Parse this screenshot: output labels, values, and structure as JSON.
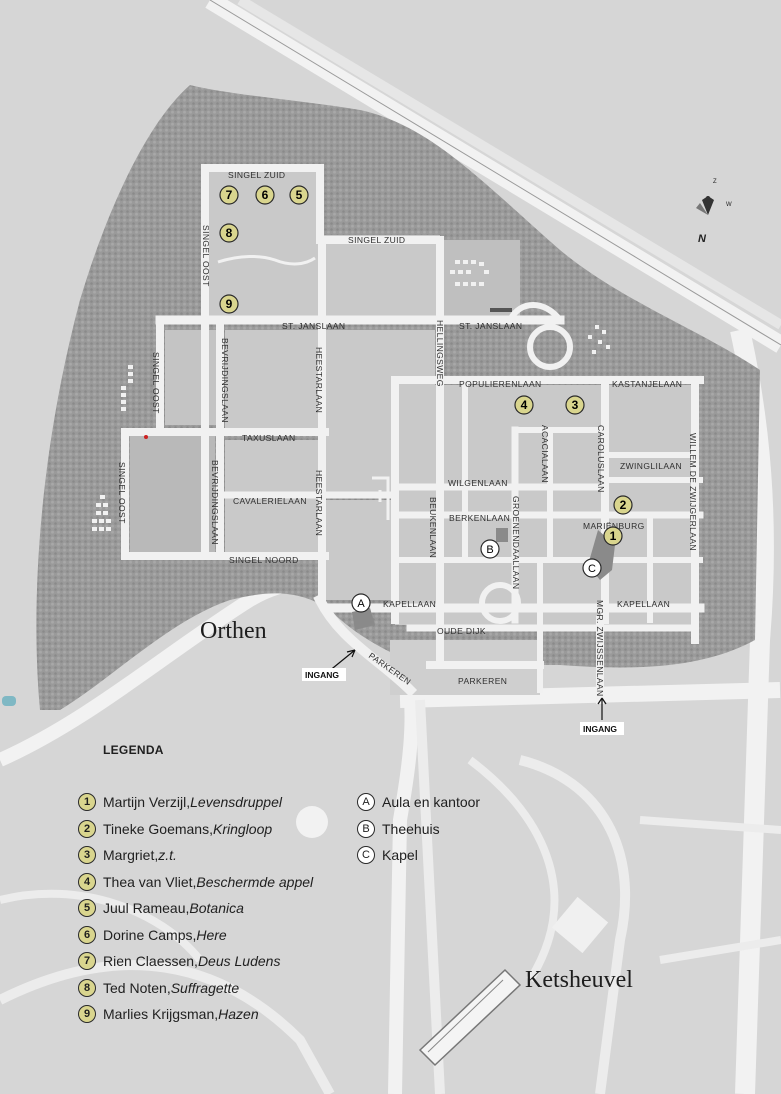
{
  "places": {
    "orthen": "Orthen",
    "ketsheuvel": "Ketsheuvel"
  },
  "entrance_label": "INGANG",
  "compass": {
    "north": "N",
    "west": "W",
    "south": "Z"
  },
  "legend": {
    "title": "LEGENDA",
    "artworks": [
      {
        "num": "1",
        "artist": "Martijn Verzijl, ",
        "work": "Levensdruppel"
      },
      {
        "num": "2",
        "artist": "Tineke Goemans, ",
        "work": "Kringloop"
      },
      {
        "num": "3",
        "artist": "Margriet, ",
        "work": "z.t."
      },
      {
        "num": "4",
        "artist": "Thea van Vliet, ",
        "work": "Beschermde appel"
      },
      {
        "num": "5",
        "artist": "Juul Rameau, ",
        "work": "Botanica"
      },
      {
        "num": "6",
        "artist": "Dorine Camps, ",
        "work": " Here"
      },
      {
        "num": "7",
        "artist": "Rien Claessen, ",
        "work": "Deus Ludens"
      },
      {
        "num": "8",
        "artist": "Ted Noten, ",
        "work": "Suffragette"
      },
      {
        "num": "9",
        "artist": "Marlies Krijgsman, ",
        "work": "Hazen"
      }
    ],
    "buildings": [
      {
        "letter": "A",
        "label": "Aula en kantoor"
      },
      {
        "letter": "B",
        "label": "Theehuis"
      },
      {
        "letter": "C",
        "label": "Kapel"
      }
    ]
  },
  "streets": {
    "singel_zuid": "SINGEL ZUID",
    "singel_oost": "SINGEL OOST",
    "singel_noord": "SINGEL NOORD",
    "st_janslaan": "ST. JANSLAAN",
    "beyrlidingslaan": "BEVRIJDINGSLAAN",
    "taxuslaan": "TAXUSLAAN",
    "cavalerielaan": "CAVALERIELAAN",
    "heestarlaan": "HEESTARLAAN",
    "hellingsweg": "HELLINGSWEG",
    "populierenlaan": "POPULIERENLAAN",
    "kastanjelaan": "KASTANJELAAN",
    "wilgenlaan": "WILGENLAAN",
    "berkenlaan": "BERKENLAAN",
    "beukenlaan": "BEUKENLAAN",
    "groenendaallaan": "GROENENDAALLAAN",
    "acacialaan": "ACACIALAAN",
    "caroluslaan": "CAROLUSLAAN",
    "zwinglilaan": "ZWINGLILAAN",
    "willem": "WILLEM DE ZWIJGERLAAN",
    "marienburg": "MARIËNBURG",
    "kapellaan": "KAPELLAAN",
    "oude_dijk": "OUDE DIJK",
    "parkeren": "PARKEREN",
    "mgr": "MGR. ZWIJSSENLAAN"
  }
}
